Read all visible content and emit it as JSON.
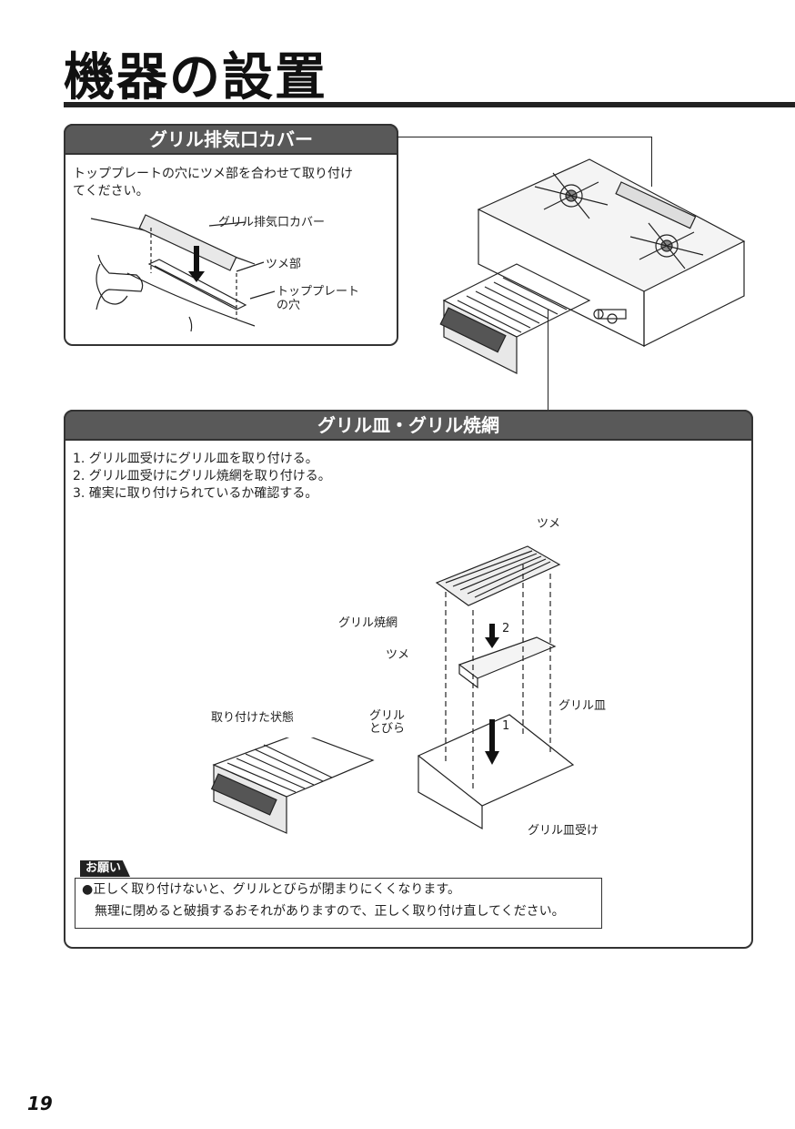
{
  "page": {
    "title": "機器の設置",
    "page_number": "19"
  },
  "section_cover": {
    "heading": "グリル排気口カバー",
    "instruction_line1": "トッププレートの穴にツメ部を合わせて取り付け",
    "instruction_line2": "てください。",
    "labels": {
      "cover": "グリル排気口カバー",
      "tab": "ツメ部",
      "hole_line1": "トッププレート",
      "hole_line2": "の穴"
    }
  },
  "section_grill": {
    "heading": "グリル皿・グリル焼網",
    "steps": [
      "1. グリル皿受けにグリル皿を取り付ける。",
      "2. グリル皿受けにグリル焼網を取り付ける。",
      "3. 確実に取り付けられているか確認する。"
    ],
    "labels": {
      "tsume_top": "ツメ",
      "grill_net": "グリル焼網",
      "tsume_left": "ツメ",
      "step2": "2",
      "grill_plate": "グリル皿",
      "attached_state": "取り付けた状態",
      "grill_door_line1": "グリル",
      "grill_door_line2": "とびら",
      "step1": "1",
      "plate_holder": "グリル皿受け"
    },
    "notice": {
      "tag": "お願い",
      "line1": "●正しく取り付けないと、グリルとびらが閉まりにくくなります。",
      "line2": "無理に閉めると破損するおそれがありますので、正しく取り付け直してください。"
    }
  }
}
